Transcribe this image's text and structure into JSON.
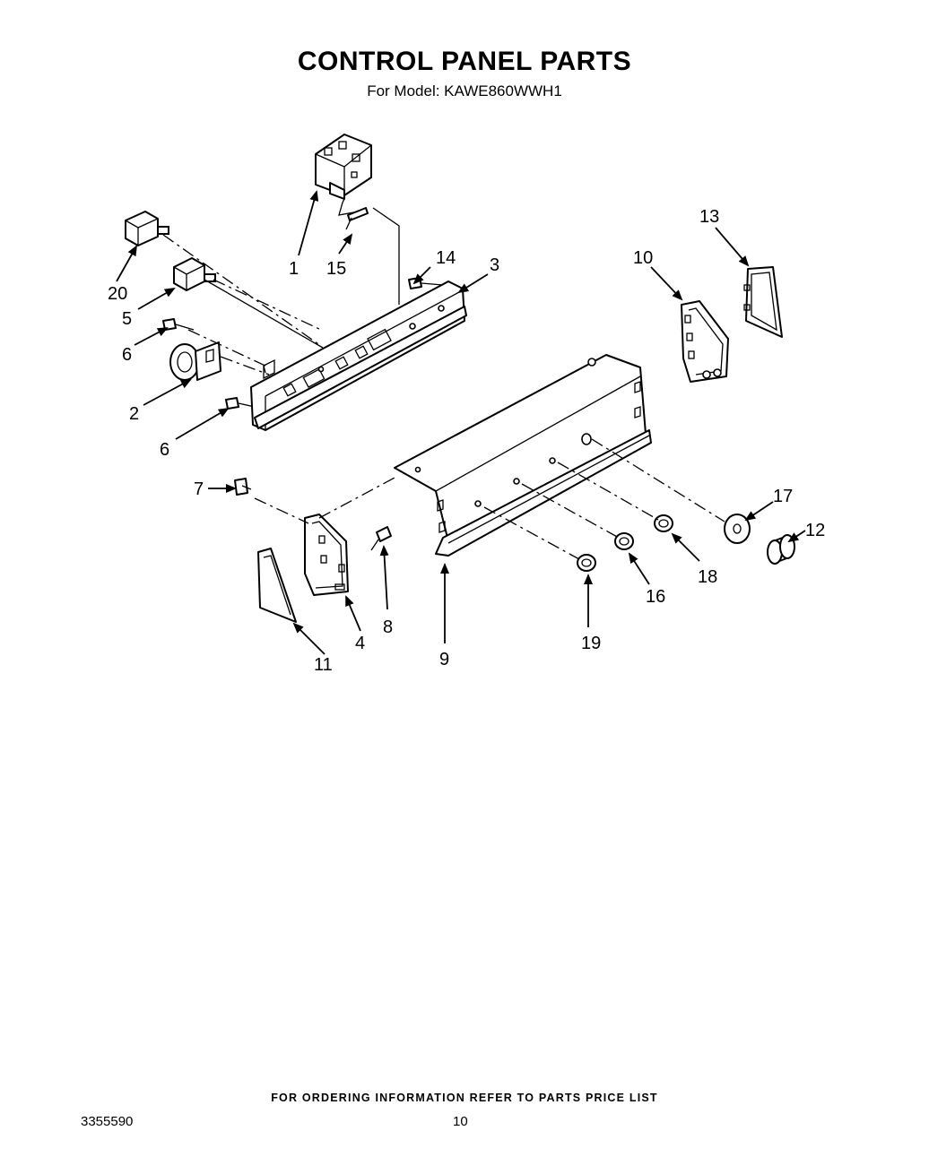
{
  "header": {
    "title": "CONTROL PANEL PARTS",
    "model": "For Model: KAWE860WWH1"
  },
  "footer": {
    "ordering_note": "FOR ORDERING INFORMATION REFER TO PARTS PRICE LIST",
    "document_number": "3355590",
    "page_number": "10"
  },
  "callouts": [
    "1",
    "2",
    "3",
    "4",
    "5",
    "6",
    "6",
    "7",
    "8",
    "9",
    "10",
    "11",
    "12",
    "13",
    "14",
    "15",
    "16",
    "17",
    "18",
    "19",
    "20"
  ]
}
